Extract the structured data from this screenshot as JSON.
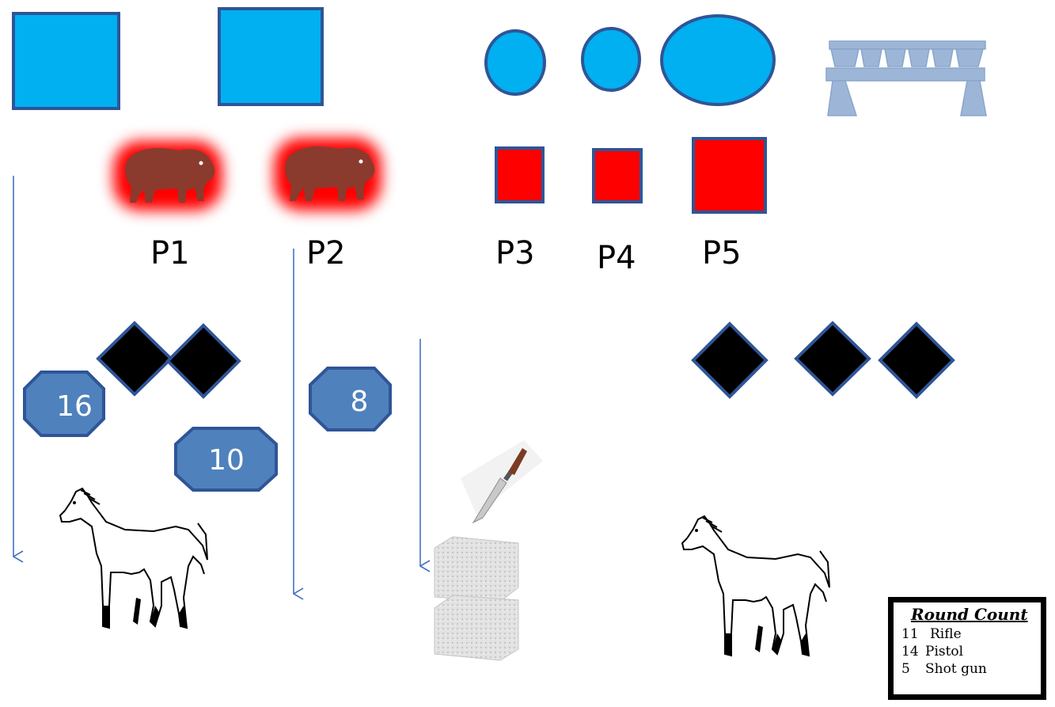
{
  "positions": [
    "P1",
    "P2",
    "P3",
    "P4",
    "P5"
  ],
  "round_counters": [
    "16",
    "10",
    "8"
  ],
  "round_count": {
    "title": "Round Count",
    "items": [
      {
        "count": "11",
        "weapon": "Rifle"
      },
      {
        "count": "14",
        "weapon": "Pistol"
      },
      {
        "count": "5",
        "weapon": "Shot gun"
      }
    ]
  },
  "colors": {
    "blue_target": "#00b0f0",
    "target_outline": "#2f5597",
    "red_target": "#ff0000",
    "counter_fill": "#4f81bd",
    "diamond_fill": "#000000",
    "arrow": "#4472c4",
    "table": "#9db6d8",
    "bison": "#8b3a2e",
    "bison_glow": "#ff0000",
    "hay": "#d9d9d9"
  },
  "icons": [
    "bison-target-icon",
    "horse-icon",
    "knife-icon",
    "hay-bale-icon",
    "loading-table-icon"
  ]
}
